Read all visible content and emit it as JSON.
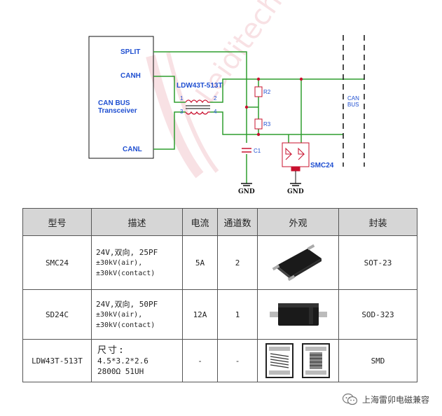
{
  "schematic": {
    "transceiver_label_1": "CAN BUS",
    "transceiver_label_2": "Transceiver",
    "pin_split": "SPLIT",
    "pin_canh": "CANH",
    "pin_canl": "CANL",
    "choke_part": "LDW43T-513T",
    "choke_pin_1": "1",
    "choke_pin_2": "2",
    "choke_pin_3": "3",
    "choke_pin_4": "4",
    "r2": "R2",
    "r3": "R3",
    "c1": "C1",
    "tvs": "SMC24",
    "gnd_1": "GND",
    "gnd_2": "GND",
    "bus_1": "CAN",
    "bus_2": "BUS",
    "colors": {
      "wire": "#2e9e2e",
      "label": "#1f4fd1",
      "node": "#c8102e",
      "component": "#c8102e"
    }
  },
  "table": {
    "headers": [
      "型号",
      "描述",
      "电流",
      "通道数",
      "外观",
      "封装"
    ],
    "rows": [
      {
        "model": "SMC24",
        "desc_1": "24V,双向, 25PF",
        "desc_2": "±30kV(air),",
        "desc_3": "±30kV(contact)",
        "current": "5A",
        "channels": "2",
        "appearance_icon": "sot23-package-icon",
        "package": "SOT-23"
      },
      {
        "model": "SD24C",
        "desc_1": "24V,双向, 50PF",
        "desc_2": "±30kV(air),",
        "desc_3": "±30kV(contact)",
        "current": "12A",
        "channels": "1",
        "appearance_icon": "sod323-package-icon",
        "package": "SOD-323"
      },
      {
        "model": "LDW43T-513T",
        "desc_1": "尺寸:",
        "desc_2": "4.5*3.2*2.6",
        "desc_3": "2800Ω 51UH",
        "current": "-",
        "channels": "-",
        "appearance_icon": "common-mode-choke-icon",
        "package": "SMD"
      }
    ]
  },
  "watermark": {
    "text": "上海雷卯电磁兼容",
    "icon": "wechat-icon"
  }
}
